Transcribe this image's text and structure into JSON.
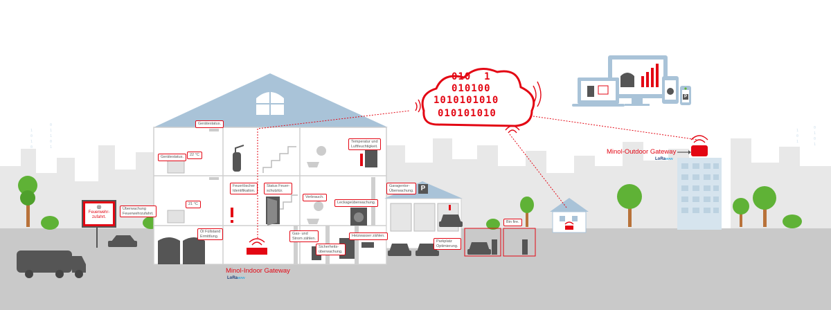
{
  "cloud": {
    "binary_rows": [
      "010  1",
      "010100",
      "1010101010",
      "010101010"
    ]
  },
  "fire_sign": {
    "text": "Feuerwehr-\nzufahrt.",
    "icon": "circle-x-icon"
  },
  "labels": {
    "geraetestatus_top": "Gerätestatus.",
    "geraetestatus_left": "Gerätestatus.",
    "temp_1": "22 °C",
    "temp_2": "21 °C",
    "temperatur": "Temperatur und\nLuftfeuchtigkeit.",
    "feuerloescher": "Feuerlöscher\nIdentifikation.",
    "feuerschutztuer": "Status Feuer-\nschutztür.",
    "verbrauch": "Verbrauch.",
    "leckage": "Leckageüberwachung.",
    "feuerwehrzufahrt": "Überwachung\nFeuerwehrzufahrt.",
    "oelfuellstand": "Öl Füllstand\nErmittlung.",
    "gas_strom": "Gas- und\nStrom zählen.",
    "sicherheit": "Sicherheits-\nüberwachung.",
    "heizwasser": "Heizwasser zählen.",
    "garagentor": "Garagentor-\nÜberwachung.",
    "parkplatz": "Parkplatz\nOptimierung.",
    "bin_fire": "Bin fire."
  },
  "gateways": {
    "indoor": "Minol-Indoor Gateway",
    "outdoor": "Minol-Outdoor Gateway",
    "lora_main": "LoRa",
    "lora_sub": "WAN"
  },
  "parking_sign": "P",
  "colors": {
    "accent": "#e30613",
    "roof": "#a9c3d8",
    "ground": "#c8c8c8",
    "skyline": "#e6e6e6",
    "dark": "#555555",
    "tree": "#5fb236"
  }
}
